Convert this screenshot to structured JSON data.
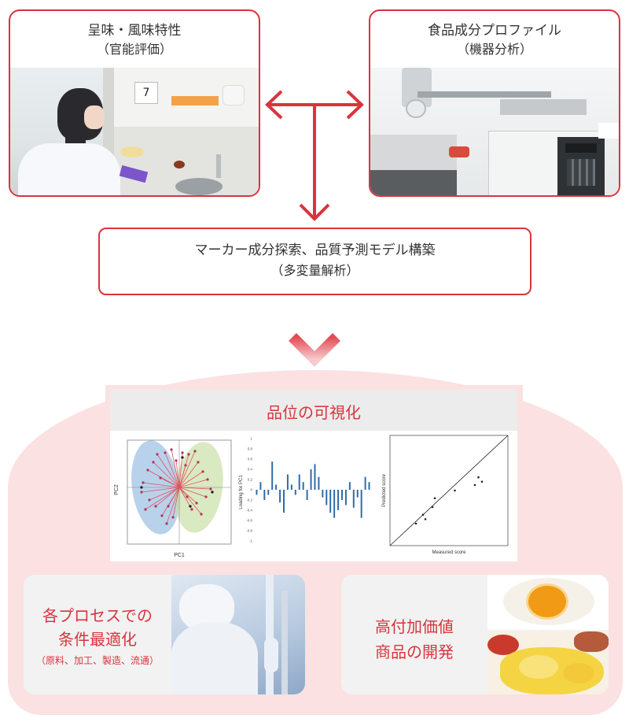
{
  "top_left": {
    "title": "呈味・風味特性",
    "subtitle": "（官能評価）",
    "photo_number": "7"
  },
  "top_right": {
    "title": "食品成分プロファイル",
    "subtitle": "（機器分析）"
  },
  "middle": {
    "title": "マーカー成分探索、品質予測モデル構築",
    "subtitle": "（多変量解析）"
  },
  "visualization": {
    "title": "品位の可視化",
    "pca_xlabel": "PC1",
    "pca_ylabel": "PC2",
    "loading_ylabel": "Loading for PC1",
    "loading_ticks": [
      "1",
      "0.8",
      "0.6",
      "0.4",
      "0.2",
      "0",
      "-0.2",
      "-0.4",
      "-0.6",
      "-0.8",
      "-1"
    ],
    "pred_xlabel": "Measured score",
    "pred_ylabel": "Predicted score"
  },
  "bottom_left": {
    "line1": "各プロセスでの",
    "line2": "条件最適化",
    "line3": "（原料、加工、製造、流通）"
  },
  "bottom_right": {
    "line1": "高付加価値",
    "line2": "商品の開発"
  },
  "colors": {
    "accent_red": "#d9343d",
    "pink_bg": "#fbe1e2",
    "blue_bar": "#2f6aa8"
  },
  "chart_data": [
    {
      "type": "bar",
      "ylabel": "Loading for PC1",
      "ylim": [
        -1,
        1
      ],
      "values": [
        -0.1,
        0.15,
        -0.2,
        -0.1,
        0.55,
        0.1,
        -0.25,
        -0.45,
        0.3,
        0.1,
        -0.1,
        0.3,
        0.15,
        -0.2,
        0.4,
        0.5,
        0.25,
        -0.15,
        -0.3,
        -0.45,
        -0.55,
        -0.4,
        -0.2,
        -0.3,
        0.15,
        -0.35,
        -0.15,
        -0.55,
        0.25,
        0.15
      ]
    },
    {
      "type": "scatter",
      "xlabel": "Measured score",
      "ylabel": "Predicted score",
      "x": [
        0.22,
        0.28,
        0.3,
        0.36,
        0.38,
        0.55,
        0.72,
        0.75,
        0.78
      ],
      "y": [
        0.2,
        0.28,
        0.24,
        0.35,
        0.43,
        0.5,
        0.55,
        0.62,
        0.58
      ]
    }
  ]
}
